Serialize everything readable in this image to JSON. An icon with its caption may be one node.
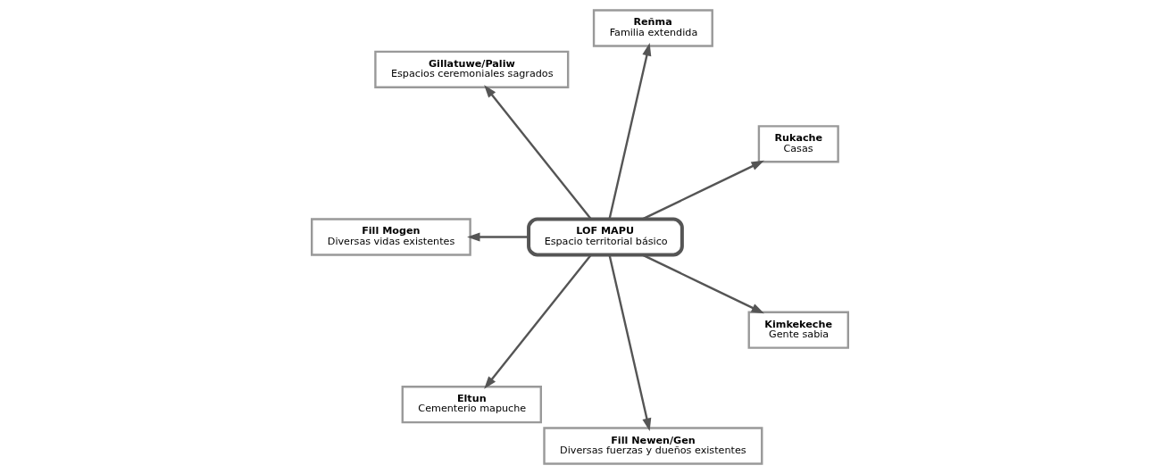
{
  "diagram": {
    "nodes": [
      {
        "text": [
          "Rukache",
          "Casas"
        ]
      },
      {
        "text": [
          "Reñma",
          "Familia extendida"
        ]
      },
      {
        "text": [
          "Gillatuwe/Paliw",
          "Espacios ceremoniales sagrados"
        ]
      },
      {
        "text": [
          "Fill Mogen",
          "Diversas vidas existentes"
        ]
      },
      {
        "text": [
          "LOF MAPU",
          "Espacio territorial básico"
        ]
      },
      {
        "text": [
          "Eltun",
          "Cementerio mapuche"
        ]
      },
      {
        "text": [
          "Fill Newen/Gen",
          "Diversas fuerzas y dueños existentes"
        ]
      },
      {
        "text": [
          "Kimkekeche",
          "Gente sabia"
        ]
      }
    ],
    "edges": [
      {
        "from": 4,
        "to": 0,
        "arrow": "to"
      },
      {
        "from": 4,
        "to": 2,
        "arrow": "to"
      },
      {
        "from": 4,
        "to": 5,
        "arrow": "to"
      },
      {
        "from": 4,
        "to": 7,
        "arrow": "to"
      },
      {
        "from": 4,
        "to": 6,
        "arrow": "to"
      },
      {
        "from": 4,
        "to": 3,
        "arrow": "to"
      },
      {
        "from": 4,
        "to": 1,
        "arrow": "to"
      }
    ]
  }
}
